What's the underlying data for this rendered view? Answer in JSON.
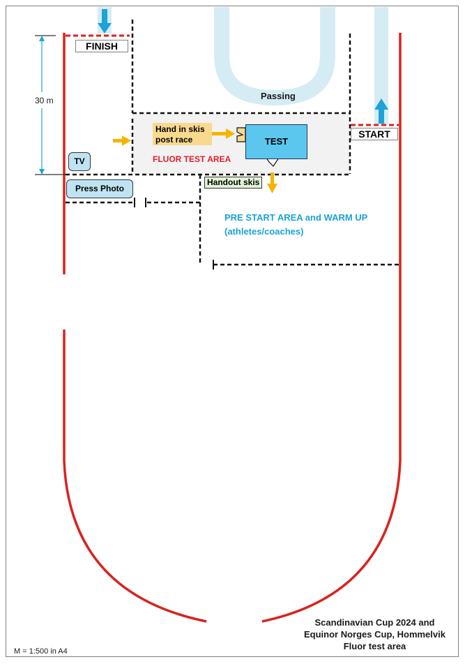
{
  "labels": {
    "finish": "FINISH",
    "start": "START",
    "passing": "Passing",
    "distance": "30 m",
    "tv": "TV",
    "press_photo": "Press Photo",
    "hand_in_line1": "Hand in skis",
    "hand_in_line2": "post race",
    "test": "TEST",
    "fluor_test_area": "FLUOR TEST AREA",
    "handout_skis": "Handout skis",
    "pre_start_line1": "PRE START AREA and WARM UP",
    "pre_start_line2": "(athletes/coaches)"
  },
  "footer": {
    "scale": "M = 1:500 in A4",
    "title_line1": "Scandinavian Cup 2024 and",
    "title_line2": "Equinor Norges Cup, Hommelvik",
    "title_line3": "Fluor test area"
  },
  "colors": {
    "track_red": "#d9231f",
    "flow_blue": "#1ca3d8",
    "passing_band": "#d6ecf4",
    "arrow_yellow": "#f5b400",
    "test_box": "#5bc6ee",
    "area_gray": "#f2f2f2"
  },
  "icons": [
    "down-arrow-icon",
    "up-arrow-icon",
    "right-arrow-icon",
    "dimension-arrow-icon"
  ]
}
